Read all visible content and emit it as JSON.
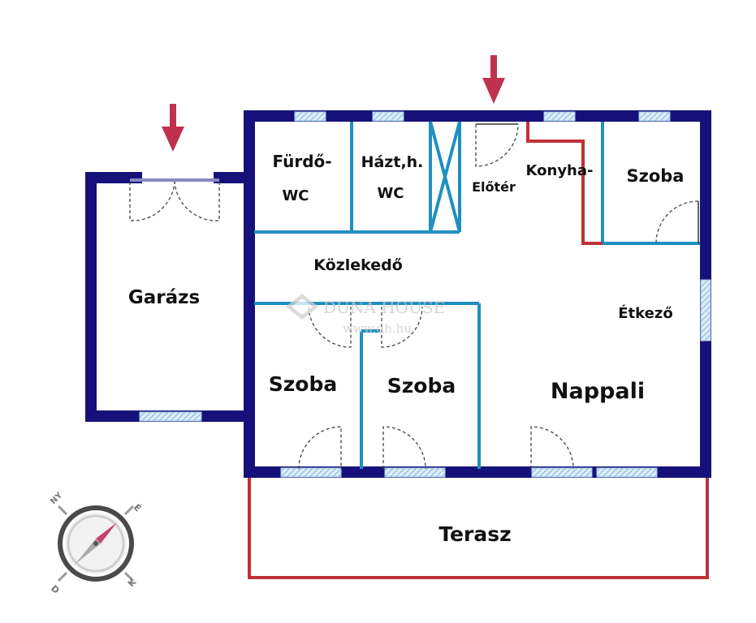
{
  "rooms": {
    "furdo": "Fürdő-",
    "furdo_wc": "WC",
    "haztart": "Házt,h.",
    "haztart_wc": "WC",
    "eloter": "Előtér",
    "konyha": "Konyha-",
    "szoba_ne": "Szoba",
    "kozlekedo": "Közlekedő",
    "garazs": "Garázs",
    "etkezo": "Étkező",
    "szoba_sw": "Szoba",
    "szoba_s": "Szoba",
    "nappali": "Nappali",
    "terasz": "Terasz"
  },
  "watermark": {
    "brand": "DUNA HOUSE",
    "url": "www.dh.hu"
  },
  "compass": {
    "n": "É",
    "s": "D",
    "e": "K",
    "w": "NY"
  },
  "colors": {
    "outer_wall": "#16117a",
    "inner_wall": "#1f8fc0",
    "terrace_outline": "#c0313a",
    "entrance_arrow": "#c0314f"
  },
  "icons": {
    "entrance": "down-arrow-icon",
    "compass": "compass-icon"
  }
}
